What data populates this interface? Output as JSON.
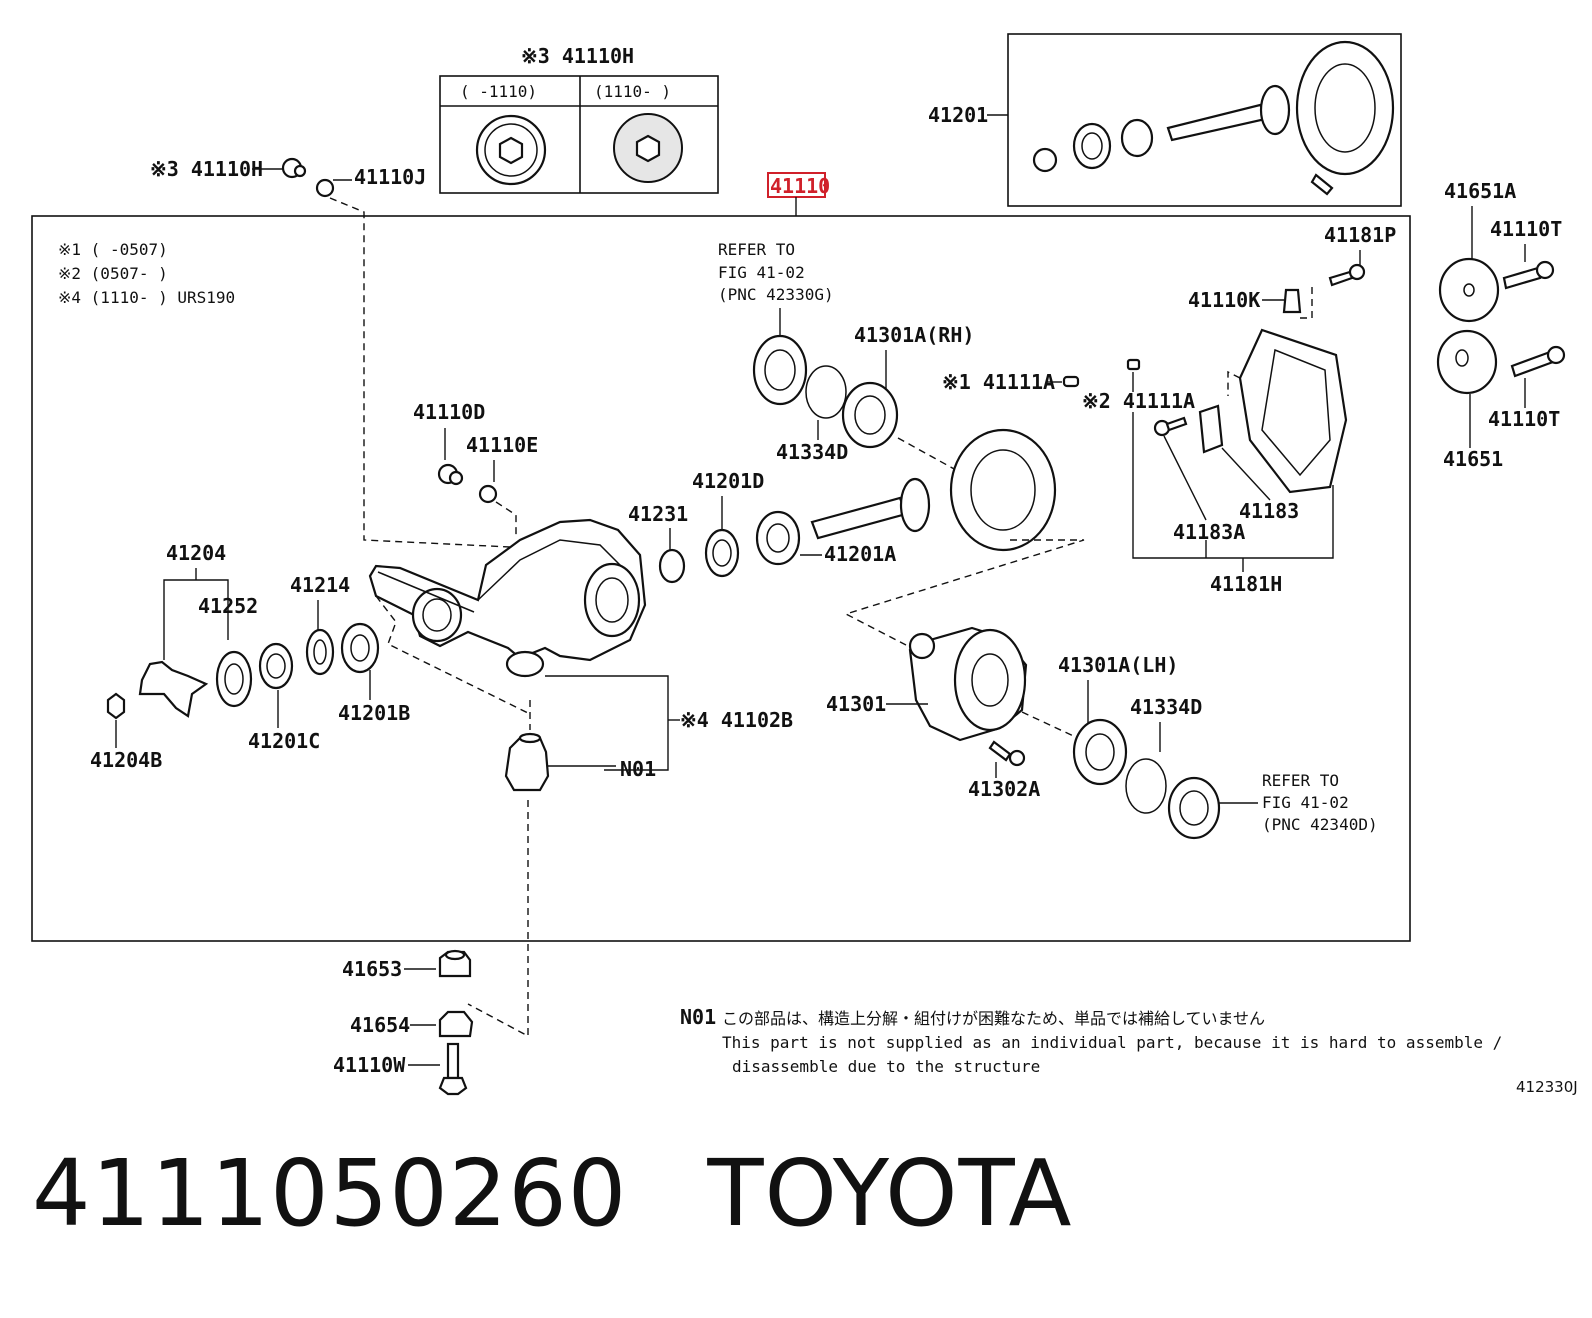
{
  "header_labels": {
    "top_variant": "※3 41110H",
    "variant_left": "(     -1110)",
    "variant_right": "(1110-      )",
    "main_assembly": "41110",
    "ring_pinion_set": "41201"
  },
  "notes": {
    "n1": "※1 (       -0507)",
    "n2": "※2 (0507-        )",
    "n4": "※4 (1110-        ) URS190"
  },
  "refer_top": {
    "l1": "REFER TO",
    "l2": "FIG 41-02",
    "l3": "(PNC 42330G)"
  },
  "refer_bottom": {
    "l1": "REFER TO",
    "l2": "FIG 41-02",
    "l3": "(PNC 42340D)"
  },
  "labels": {
    "p41110H": "※3 41110H",
    "p41110J": "41110J",
    "p41181P": "41181P",
    "p41110K": "41110K",
    "p41301A_RH": "41301A(RH)",
    "p41111A_1": "※1 41111A",
    "p41111A_2": "※2 41111A",
    "p41334D_top": "41334D",
    "p41110D": "41110D",
    "p41110E": "41110E",
    "p41201D": "41201D",
    "p41231": "41231",
    "p41201A": "41201A",
    "p41183": "41183",
    "p41183A": "41183A",
    "p41181H": "41181H",
    "p41204": "41204",
    "p41252": "41252",
    "p41214": "41214",
    "p41201B": "41201B",
    "p41201C": "41201C",
    "p41204B": "41204B",
    "p41102B": "※4 41102B",
    "pN01": "N01",
    "p41301": "41301",
    "p41302A": "41302A",
    "p41301A_LH": "41301A(LH)",
    "p41334D_bot": "41334D",
    "p41651A": "41651A",
    "p41110T_top": "41110T",
    "p41110T_bot": "41110T",
    "p41651": "41651",
    "p41653": "41653",
    "p41654": "41654",
    "p41110W": "41110W"
  },
  "n01_note": {
    "tag": "N01",
    "jp": "この部品は、構造上分解・組付けが困難なため、単品では補給していません",
    "en1": "This part is not supplied as an individual part, because it is hard to assemble /",
    "en2": "disassemble due to the structure"
  },
  "figure_code": "412330J",
  "footer": {
    "part_number": "4111050260",
    "brand": "TOYOTA"
  },
  "colors": {
    "highlight": "#d0202a",
    "line": "#111111"
  }
}
